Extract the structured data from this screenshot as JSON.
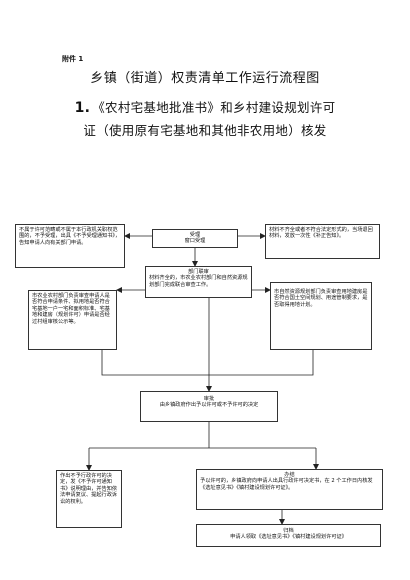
{
  "header": {
    "attachment_label": "附件 1",
    "main_title": "乡镇（街道）权责清单工作运行流程图",
    "item_number": "1.",
    "item_title_line1": "《农村宅基地批准书》和乡村建设规划许可",
    "item_title_line2": "证（使用原有宅基地和其他非农用地）核发"
  },
  "flow": {
    "accept": {
      "title": "受理",
      "body": "窗口受理"
    },
    "not_accept": {
      "body": "不属于许可范畴或不属于本行政机关职权范围的，不予受理，出具《不予受理通知书》，告知申请人向有关部门申请。"
    },
    "materials_incomplete": {
      "body": "材料不齐全或者不符合法定形式的，当场退回材料，发放一次性《补正告知》。"
    },
    "joint_review": {
      "title": "部门联审",
      "body": "材料齐全的，市农业农村部门和自然资源规划部门完成联合审查工作。"
    },
    "agri_review": {
      "body": "市农业农村部门负责审查申请人是否符合申请条件、拟用地是否符合宅基地一户一宅和面积标准、宅基地和建房（规划许可）申请是否经过村组审核公示等。"
    },
    "resource_review": {
      "body": "市自然资源规划部门负责审查用地建房是否符合国土空间规划、用途管制要求，是否取得用地计划。"
    },
    "decision": {
      "title": "审批",
      "body": "由乡镇政府作出予以许可或不予许可的决定"
    },
    "deny": {
      "body": "作出不予行政许可的决定，发《不予许可通知书》说明理由，并告知依法申请复议、提起行政诉讼的权利。"
    },
    "handle": {
      "title": "办结",
      "body": "予以许可的，乡镇政府向申请人出具行政许可决定书，在 2 个工作日内核发《选址意见书》《镇村建设规划许可证》。"
    },
    "archive": {
      "title": "归档",
      "body": "申请人领取《选址意见书》《镇村建设规划许可证》"
    }
  }
}
